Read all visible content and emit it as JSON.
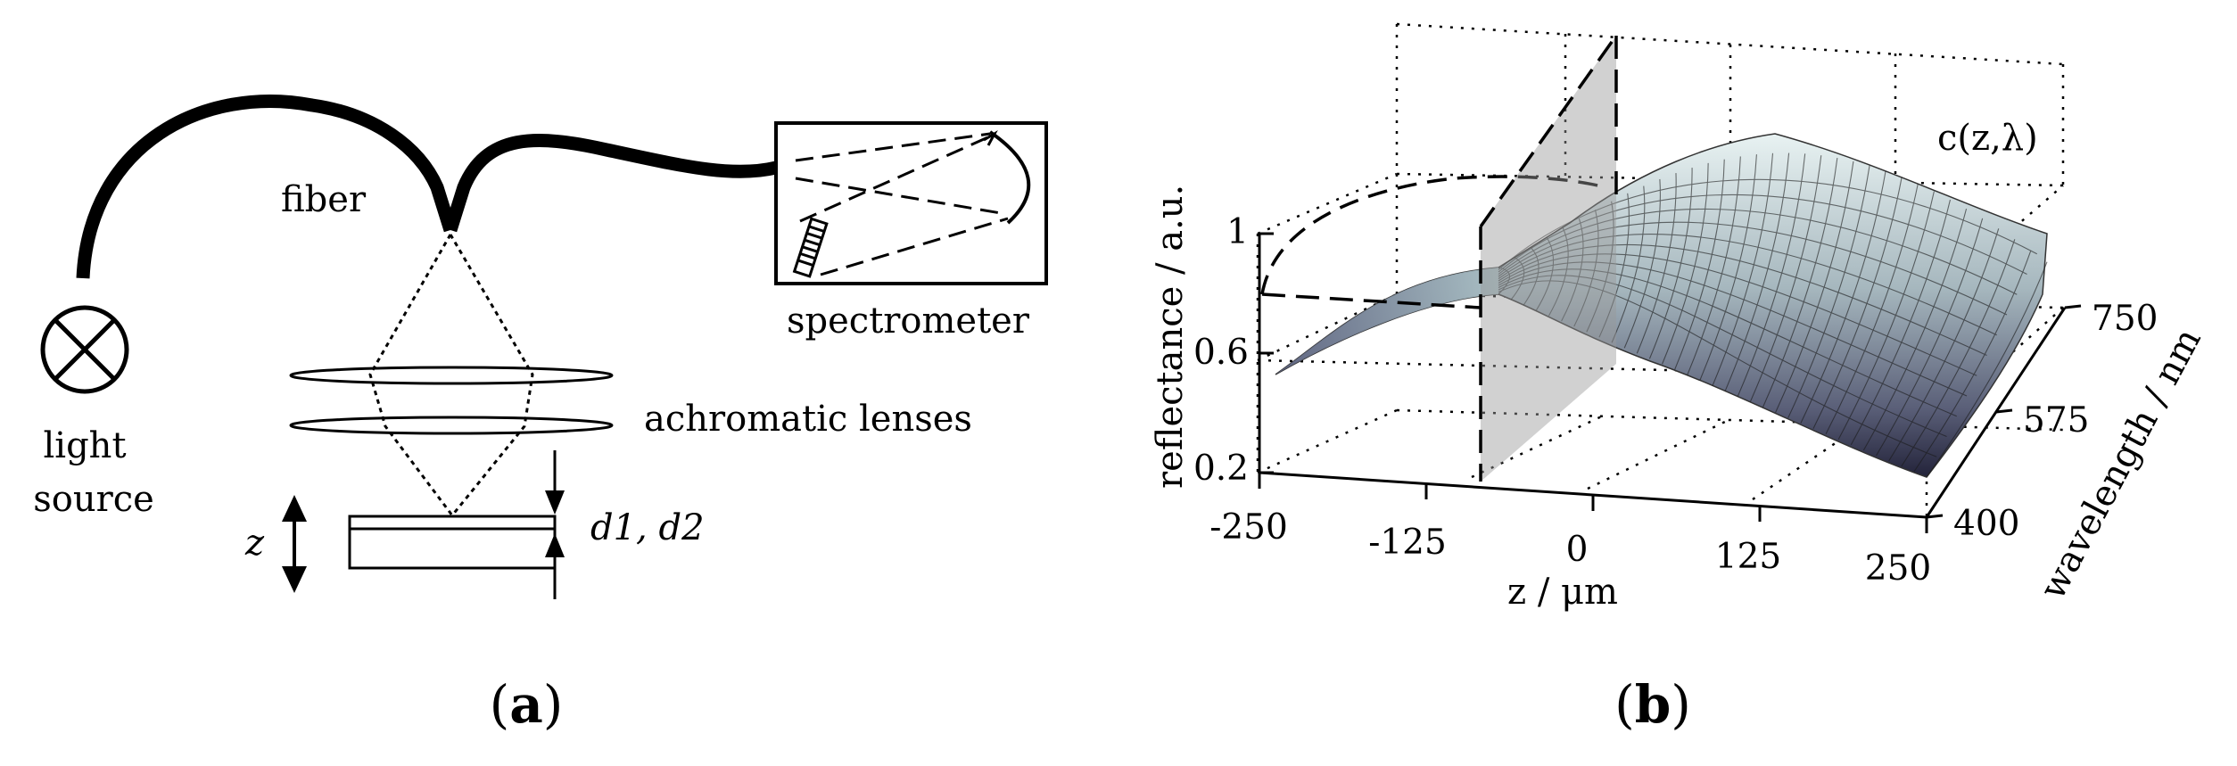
{
  "panel_a": {
    "label_open": "(",
    "label_letter": "a",
    "label_close": ")",
    "light_source_line1": "light",
    "light_source_line2": "source",
    "fiber": "fiber",
    "spectrometer": "spectrometer",
    "lenses": "achromatic lenses",
    "z": "z",
    "d1d2": "d1, d2"
  },
  "panel_b": {
    "label_open": "(",
    "label_letter": "b",
    "label_close": ")",
    "ylabel": "reflectance / a.u.",
    "xlabel": "z / μm",
    "wlabel": "wavelength / nm",
    "surface_label": "c(z,λ)",
    "refl_ticks": [
      "1",
      "0.6",
      "0.2"
    ],
    "z_ticks": [
      "-250",
      "-125",
      "0",
      "125",
      "250"
    ],
    "w_ticks": [
      "400",
      "575",
      "750"
    ]
  },
  "chart_data": {
    "type": "surface",
    "xlabel": "z / μm",
    "ylabel": "wavelength / nm",
    "zlabel": "reflectance / a.u.",
    "xlim": [
      -250,
      250
    ],
    "ylim": [
      400,
      750
    ],
    "zlim": [
      0.2,
      1.0
    ],
    "x_ticks": [
      -250,
      -125,
      0,
      125,
      250
    ],
    "y_ticks": [
      400,
      575,
      750
    ],
    "z_ticks": [
      0.2,
      0.6,
      1.0
    ],
    "x": [
      -250,
      -125,
      0,
      125,
      250
    ],
    "y": [
      400,
      575,
      750
    ],
    "z": [
      [
        0.55,
        0.79,
        0.95,
        0.78,
        0.3
      ],
      [
        0.63,
        0.84,
        0.98,
        0.85,
        0.55
      ],
      [
        0.7,
        0.88,
        1.0,
        0.92,
        0.74
      ]
    ],
    "grid": true,
    "colormap": "bone",
    "annotation": "c(z,λ)"
  }
}
